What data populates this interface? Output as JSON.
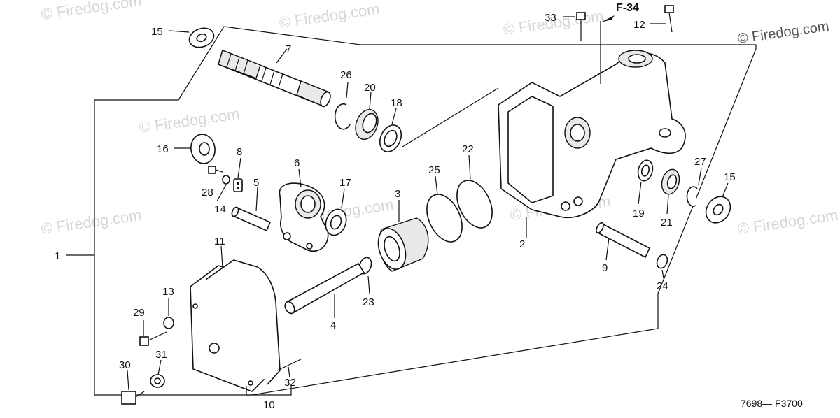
{
  "watermark": {
    "text": "© Firedog.com",
    "copies": [
      "© Firedog.com",
      "© Firedog.com",
      "© Firedog.com",
      "© Firedog.com",
      "© Firedog.com",
      "© Firedog.com",
      "© Firedog.com",
      "© Firedog.com",
      "© Firedog.com"
    ]
  },
  "reference": {
    "label": "F-34"
  },
  "drawing_code": "7698— F3700",
  "callouts": {
    "p1": "1",
    "p2": "2",
    "p3": "3",
    "p4": "4",
    "p5": "5",
    "p6": "6",
    "p7": "7",
    "p8": "8",
    "p9": "9",
    "p10": "10",
    "p11": "11",
    "p12": "12",
    "p13": "13",
    "p14": "14",
    "p15a": "15",
    "p15b": "15",
    "p16": "16",
    "p17": "17",
    "p18": "18",
    "p19": "19",
    "p20": "20",
    "p21": "21",
    "p22": "22",
    "p23": "23",
    "p24": "24",
    "p25": "25",
    "p26": "26",
    "p27": "27",
    "p28": "28",
    "p29": "29",
    "p30": "30",
    "p31": "31",
    "p32": "32",
    "p33": "33"
  }
}
